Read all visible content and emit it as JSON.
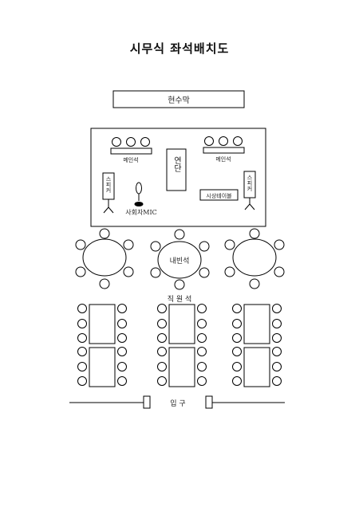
{
  "title": "시무식 좌석배치도",
  "banner": {
    "label": "현수막"
  },
  "stage_area": {
    "main_seats_label": "메인석",
    "podium_label": "연단",
    "speaker_label": "스피커",
    "mic_label": "사회자MIC",
    "award_table_label": "시상테이블"
  },
  "guest_seat_label": "내빈석",
  "staff_seat_label": "직 원 석",
  "entrance_label": "입 구",
  "colors": {
    "line": "#000000",
    "background": "#ffffff"
  }
}
